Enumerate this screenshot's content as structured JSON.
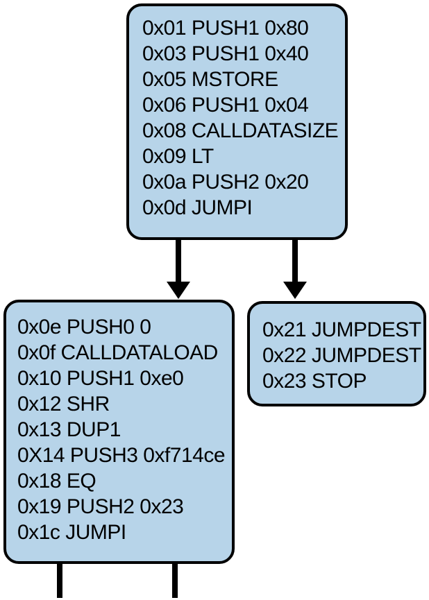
{
  "diagram": {
    "type": "control-flow-graph",
    "blocks": [
      {
        "name": "entry-block",
        "lines": [
          "0x01 PUSH1 0x80",
          "0x03 PUSH1 0x40",
          "0x05 MSTORE",
          "0x06 PUSH1 0x04",
          "0x08 CALLDATASIZE",
          "0x09 LT",
          "0x0a PUSH2 0x20",
          "0x0d JUMPI"
        ]
      },
      {
        "name": "dispatch-block",
        "lines": [
          "0x0e PUSH0 0",
          "0x0f CALLDATALOAD",
          "0x10 PUSH1 0xe0",
          "0x12 SHR",
          "0x13 DUP1",
          "0X14 PUSH3 0xf714ce",
          "0x18 EQ",
          "0x19 PUSH2 0x23",
          "0x1c JUMPI"
        ]
      },
      {
        "name": "stop-block",
        "lines": [
          "0x21 JUMPDEST",
          "0x22 JUMPDEST",
          "0x23 STOP"
        ]
      }
    ],
    "colors": {
      "background": "#ffffff",
      "block_fill": "#b7d4e9",
      "block_border": "#000000",
      "edge": "#000000"
    }
  }
}
